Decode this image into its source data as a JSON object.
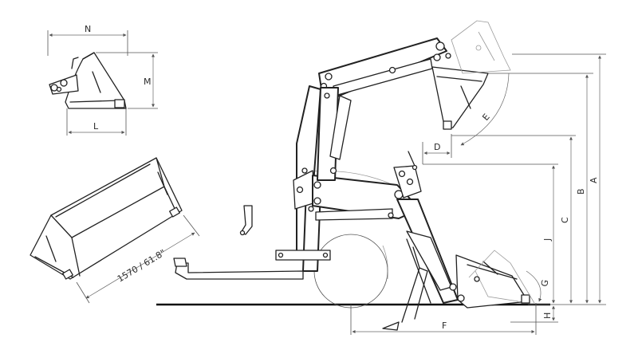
{
  "dimension_labels": {
    "A": "A",
    "B": "B",
    "C": "C",
    "D": "D",
    "E": "E",
    "F": "F",
    "G": "G",
    "H": "H",
    "J": "J",
    "L": "L",
    "M": "M",
    "N": "N"
  },
  "bucket_caption": "1570 / 61.8\""
}
